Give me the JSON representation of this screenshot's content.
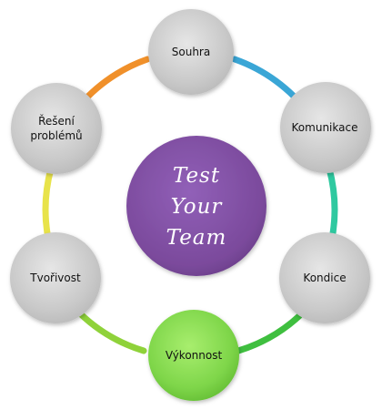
{
  "center": {
    "lines": [
      "Test",
      "Your",
      "Team"
    ],
    "color": "#7b4a9c"
  },
  "nodes": [
    {
      "label_lines": [
        "Souhra"
      ],
      "color": "#c8c8c8"
    },
    {
      "label_lines": [
        "Komunikace"
      ],
      "color": "#c8c8c8"
    },
    {
      "label_lines": [
        "Kondice"
      ],
      "color": "#c8c8c8"
    },
    {
      "label_lines": [
        "Výkonnost"
      ],
      "color": "#7fd64a"
    },
    {
      "label_lines": [
        "Tvořivost"
      ],
      "color": "#c8c8c8"
    },
    {
      "label_lines": [
        "Řešení",
        "problémů"
      ],
      "color": "#c8c8c8"
    }
  ],
  "ring_colors": {
    "souhra_to_komunikace": "#3aa6d6",
    "komunikace_to_kondice": "#2fc9a0",
    "kondice_to_vykonnost": "#3fbf3f",
    "vykonnost_to_tvorivost": "#8fd23a",
    "tvorivost_to_reseni": "#e8e34a",
    "reseni_to_souhra": "#f0902a"
  }
}
